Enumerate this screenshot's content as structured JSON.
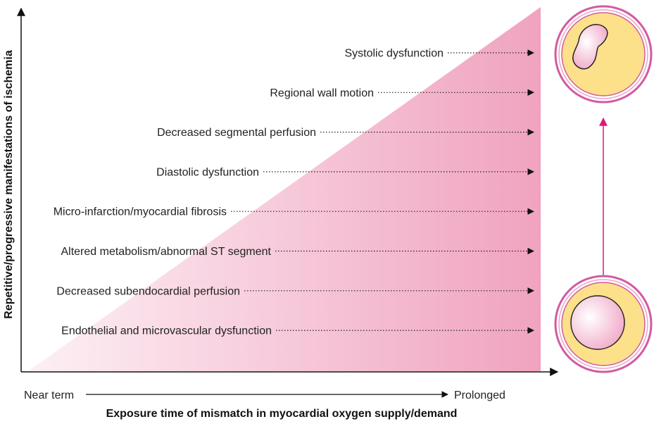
{
  "diagram": {
    "y_axis_title": "Repetitive/progressive manifestations of ischemia",
    "x_axis_title": "Exposure time of mismatch in myocardial oxygen supply/demand",
    "time_start": "Near term",
    "time_end": "Prolonged",
    "stages": [
      "Systolic dysfunction",
      "Regional wall motion",
      "Decreased segmental perfusion",
      "Diastolic dysfunction",
      "Micro-infarction/myocardial fibrosis",
      "Altered metabolism/abnormal ST segment",
      "Decreased subendocardial perfusion",
      "Endothelial and microvascular dysfunction"
    ]
  },
  "colors": {
    "wedge_light": "#fbe6ee",
    "wedge_dark": "#f0a3bf",
    "vessel_ring": "#d25aa0",
    "vessel_wall": "#fce08a",
    "lumen": "#f3b6cf",
    "accent_arrow": "#d81b7a",
    "axis": "#111111"
  }
}
